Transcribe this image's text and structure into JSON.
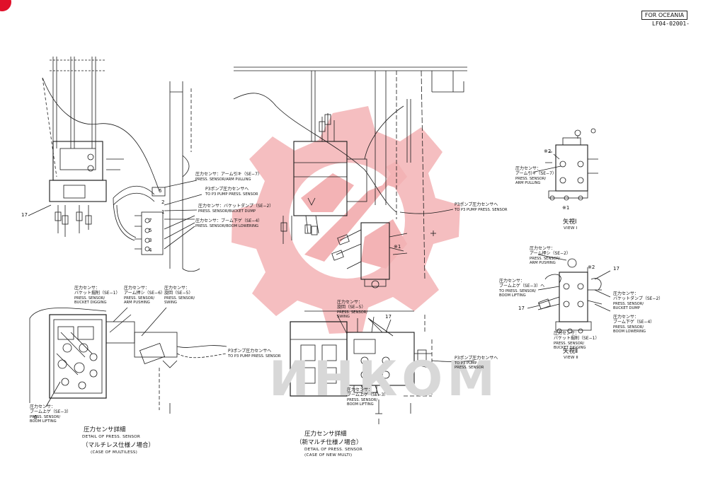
{
  "header": {
    "badge": "FOR OCEANIA",
    "doc_id": "LF04-02001-"
  },
  "watermark": {
    "text": "ИНКОМ",
    "color": "#f3b3b5",
    "icon": "gear-wrench-logo"
  },
  "colors": {
    "line": "#1a1a1a",
    "brand_red": "#e0102a"
  },
  "top_left": {
    "se7_jp": "圧力センサ：アーム引キ（SE−7）",
    "se7_en": "PRESS. SENSOR/ARM PULLING",
    "p3_jp": "P3ポンプ圧力センサへ",
    "p3_en": "TO P3 PUMP PRESS. SENSOR",
    "se2_jp": "圧力センサ：バケットダンプ（SE−2）",
    "se2_en": "PRESS. SENSOR/BUCKET DUMP",
    "se4_jp": "圧力センサ：ブーム下ゲ（SE−4）",
    "se4_en": "PRESS. SENSOR/BOOM LOWERING",
    "part17": "17",
    "nums": [
      "6",
      "5",
      "3",
      "4",
      "2",
      "1",
      "7"
    ]
  },
  "top_center": {
    "p3_jp": "P3ポンプ圧力センサへ",
    "p3_en": "TO P3 PUMP PRESS. SENSOR",
    "mark1": "※1"
  },
  "view1": {
    "mark2": "※2",
    "se7_jp1": "圧力センサ：",
    "se7_jp2": "アーム引キ（SE−7）",
    "se7_en1": "PRESS. SENSOR/",
    "se7_en2": "ARM PULLING",
    "mark1": "※1",
    "title_jp": "矢視Ⅰ",
    "title_en": "VIEW Ⅰ"
  },
  "view2": {
    "se2_jp1": "圧力センサ：",
    "se2_jp2": "アーム押シ（SE−2）",
    "se2_en1": "PRESS. SENSOR/",
    "se2_en2": "ARM PUSHING",
    "mark2": "※2",
    "part17a": "17",
    "se3_jp1": "圧力センサ：",
    "se3_jp2": "ブーム上ゲ（SE−3）へ",
    "se3_en1": "TO PRESS. SENSOR/",
    "se3_en2": "BOOM LIFTING",
    "bd_jp1": "圧力センサ：",
    "bd_jp2": "バケットダンプ（SE−2）",
    "bd_en1": "PRESS. SENSOR/",
    "bd_en2": "BUCKET DUMP",
    "bl_jp1": "圧力センサ：",
    "bl_jp2": "ブーム下ゲ（SE−4）",
    "bl_en1": "PRESS. SENSOR/",
    "bl_en2": "BOOM LOWERING",
    "part17b": "17",
    "bk_jp1": "圧力センサ：",
    "bk_jp2": "バケット掘削（SE−1）",
    "bk_en1": "PRESS. SENSOR/",
    "bk_en2": "BUCKET DIGGING",
    "title_jp": "矢視Ⅱ",
    "title_en": "VIEW Ⅱ"
  },
  "detail_left": {
    "se1_jp1": "圧力センサ：",
    "se1_jp2": "バケット掘削（SE−1）",
    "se1_en1": "PRESS. SENSOR/",
    "se1_en2": "BUCKET DIGGING",
    "se6_jp1": "圧力センサ：",
    "se6_jp2": "アーム押シ（SE−6）",
    "se6_en1": "PRESS. SENSOR/",
    "se6_en2": "ARM PUSHING",
    "se5_jp1": "圧力センサ：",
    "se5_jp2": "旋回（SE−5）",
    "se5_en1": "PRESS. SENSOR/",
    "se5_en2": "SWING",
    "p3_jp": "P3ポンプ圧力センサへ",
    "p3_en": "TO P3 PUMP PRESS. SENSOR",
    "se3_jp1": "圧力センサ：",
    "se3_jp2": "ブーム上ゲ（SE−3）",
    "se3_en1": "PRESS. SENSOR/",
    "se3_en2": "BOOM LIFTING",
    "cap_jp": "圧力センサ詳細",
    "cap_en": "DETAIL OF PRESS. SENSOR",
    "cap_jp2": "（マルチレス仕様ノ場合）",
    "cap_en2": "(CASE OF MULTILESS)"
  },
  "detail_center": {
    "se5_jp1": "圧力センサ：",
    "se5_jp2": "旋回（SE−5）",
    "se5_en1": "PRESS. SENSOR/",
    "se5_en2": "SWING",
    "part17": "17",
    "p3_jp": "P3ポンプ圧力センサへ",
    "p3_en1": "TO P3 PUMP",
    "p3_en2": "PRESS. SENSOR",
    "se3_jp1": "圧力センサ：",
    "se3_jp2": "ブーム上ゲ（SE−3）",
    "se3_en1": "PRESS. SENSOR/",
    "se3_en2": "BOOM LIFTING",
    "cap_jp": "圧力センサ詳細",
    "cap_en": "DETAIL OF PRESS. SENSOR",
    "cap_jp2": "（新マルチ仕様ノ場合）",
    "cap_en2": "(CASE OF NEW MULTI)"
  }
}
